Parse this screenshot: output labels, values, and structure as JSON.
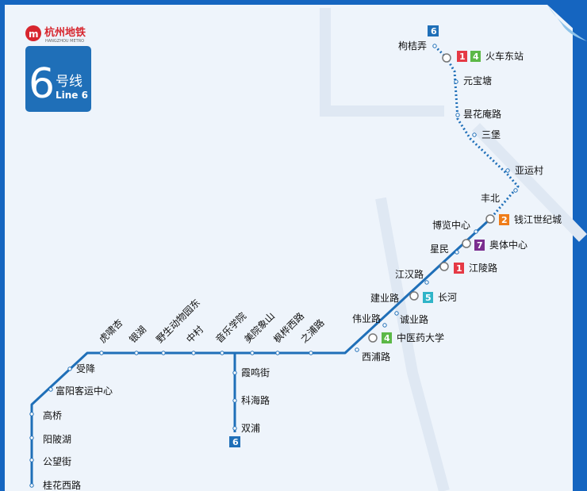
{
  "logo": {
    "name_cn": "杭州地铁",
    "name_en": "HANGZHOU METRO"
  },
  "line_badge": {
    "number": "6",
    "cn": "号线",
    "en": "Line 6"
  },
  "colors": {
    "line6": "#1f6fb8",
    "line1": "#e53945",
    "line2": "#ef7d1a",
    "line4": "#5cb847",
    "line5": "#2fb4c8",
    "line7": "#7b2e8f",
    "bg": "#1565c0",
    "panel": "#eef4fb"
  },
  "terminus_badges": [
    "6",
    "6"
  ],
  "stations": [
    {
      "name": "枸桔弄"
    },
    {
      "name": "火车东站",
      "transfer": [
        "1",
        "4"
      ]
    },
    {
      "name": "元宝塘"
    },
    {
      "name": "昙花庵路"
    },
    {
      "name": "三堡"
    },
    {
      "name": "亚运村"
    },
    {
      "name": "丰北"
    },
    {
      "name": "钱江世纪城",
      "transfer": [
        "2"
      ]
    },
    {
      "name": "博览中心"
    },
    {
      "name": "奥体中心",
      "transfer": [
        "7"
      ]
    },
    {
      "name": "星民"
    },
    {
      "name": "江陵路",
      "transfer": [
        "1"
      ]
    },
    {
      "name": "江汉路"
    },
    {
      "name": "建业路"
    },
    {
      "name": "长河",
      "transfer": [
        "5"
      ]
    },
    {
      "name": "诚业路"
    },
    {
      "name": "伟业路"
    },
    {
      "name": "中医药大学",
      "transfer": [
        "4"
      ]
    },
    {
      "name": "西浦路"
    },
    {
      "name": "之浦路"
    },
    {
      "name": "枫桦西路"
    },
    {
      "name": "美院象山"
    },
    {
      "name": "音乐学院"
    },
    {
      "name": "中村"
    },
    {
      "name": "野生动物园东"
    },
    {
      "name": "银湖"
    },
    {
      "name": "虎啸杏"
    },
    {
      "name": "受降"
    },
    {
      "name": "富阳客运中心"
    },
    {
      "name": "高桥"
    },
    {
      "name": "阳陂湖"
    },
    {
      "name": "公望街"
    },
    {
      "name": "桂花西路"
    },
    {
      "name": "霞鸣街"
    },
    {
      "name": "科海路"
    },
    {
      "name": "双浦"
    }
  ]
}
